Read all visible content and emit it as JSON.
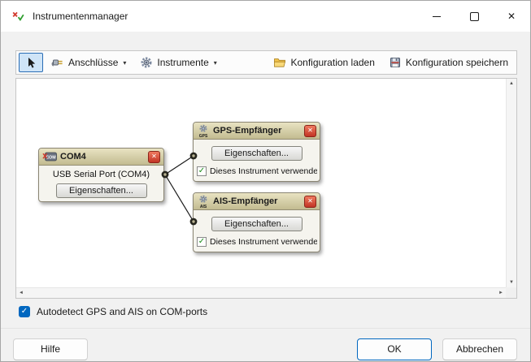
{
  "window": {
    "title": "Instrumentenmanager",
    "close_glyph": "✕"
  },
  "toolbar": {
    "anschluesse_label": "Anschlüsse",
    "instrumente_label": "Instrumente",
    "load_label": "Konfiguration laden",
    "save_label": "Konfiguration speichern"
  },
  "canvas": {
    "nodes": {
      "com4": {
        "badge": "COM",
        "title": "COM4",
        "close_glyph": "✕",
        "subtitle": "USB Serial Port (COM4)",
        "properties_label": "Eigenschaften..."
      },
      "gps": {
        "badge": "GPS",
        "title": "GPS-Empfänger",
        "close_glyph": "✕",
        "properties_label": "Eigenschaften...",
        "use_check_glyph": "✓",
        "use_label": "Dieses Instrument verwende"
      },
      "ais": {
        "badge": "AIS",
        "title": "AIS-Empfänger",
        "close_glyph": "✕",
        "properties_label": "Eigenschaften...",
        "use_check_glyph": "✓",
        "use_label": "Dieses Instrument verwende"
      }
    }
  },
  "footer": {
    "autodetect_check_glyph": "✓",
    "autodetect_label": "Autodetect GPS and AIS on COM-ports",
    "help_label": "Hilfe",
    "ok_label": "OK",
    "cancel_label": "Abbrechen"
  },
  "icons": {
    "dropdown_caret": "▾",
    "scroll_up": "▲",
    "scroll_down": "▼",
    "scroll_left": "◄",
    "scroll_right": "►"
  },
  "colors": {
    "accent_blue": "#0067c0",
    "node_header_tan": "#d6d0ab",
    "node_close_red": "#c8372b",
    "check_green": "#168a16",
    "canvas_bg": "#ffffff"
  }
}
